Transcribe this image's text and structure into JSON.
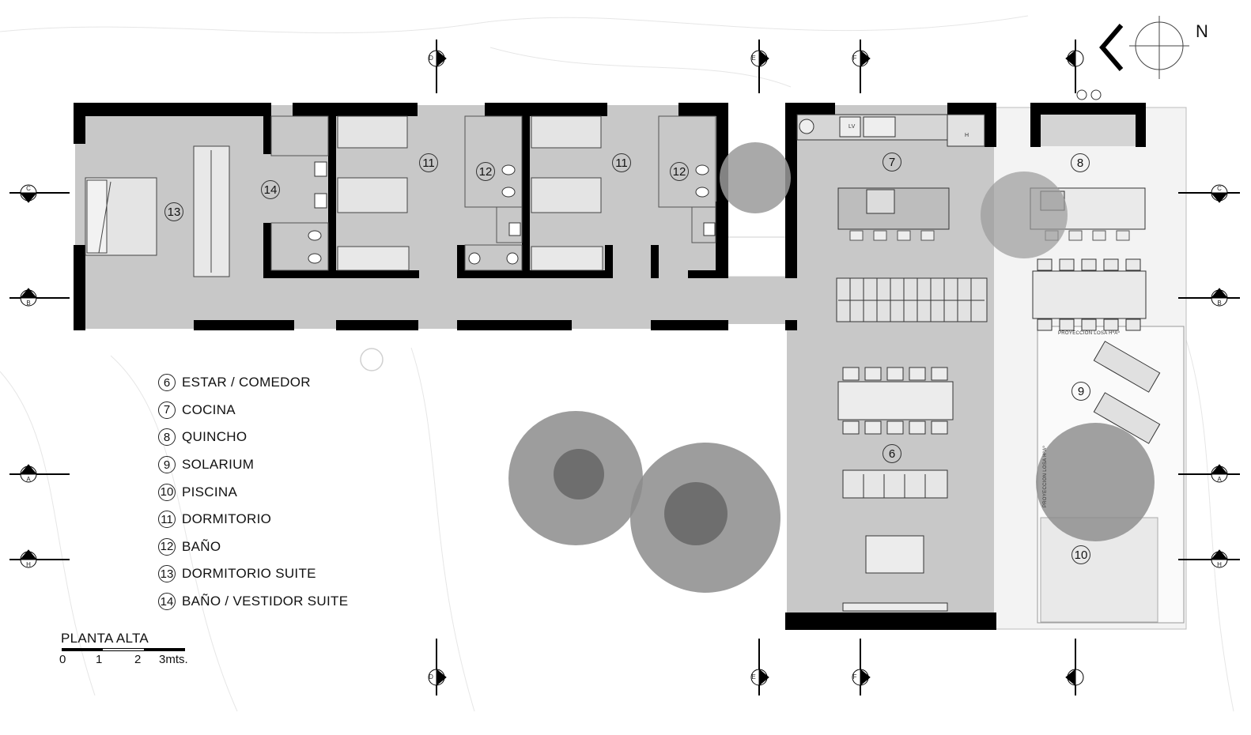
{
  "plan_title": "PLANTA ALTA",
  "scale": {
    "ticks": [
      "0",
      "1",
      "2",
      "3mts."
    ]
  },
  "north_label": "N",
  "legend": [
    {
      "num": "6",
      "label": "ESTAR / COMEDOR"
    },
    {
      "num": "7",
      "label": "COCINA"
    },
    {
      "num": "8",
      "label": "QUINCHO"
    },
    {
      "num": "9",
      "label": "SOLARIUM"
    },
    {
      "num": "10",
      "label": "PISCINA"
    },
    {
      "num": "11",
      "label": "DORMITORIO"
    },
    {
      "num": "12",
      "label": "BAÑO"
    },
    {
      "num": "13",
      "label": "DORMITORIO SUITE"
    },
    {
      "num": "14",
      "label": "BAÑO / VESTIDOR SUITE"
    }
  ],
  "rooms": [
    "13",
    "14",
    "11",
    "12",
    "11",
    "12",
    "7",
    "8",
    "9",
    "6",
    "10"
  ],
  "section_markers": {
    "top": [
      "D",
      "E",
      "F",
      "G"
    ],
    "bottom": [
      "D",
      "E",
      "F",
      "G"
    ],
    "left": [
      "C",
      "B",
      "A",
      "H"
    ],
    "right": [
      "C",
      "B",
      "A",
      "H"
    ]
  },
  "fixture_labels": {
    "laundry": "LV",
    "fridge": "H"
  },
  "projection_labels": [
    "PROYECCION LOSA HºAº",
    "PROYECCION LOSA HºAº"
  ],
  "colors": {
    "floor": "#c8c8c8",
    "wall": "#000000",
    "tree": "#8a8a8a",
    "tree_dark": "#5a5a5a",
    "deck": "#eeeeee"
  }
}
